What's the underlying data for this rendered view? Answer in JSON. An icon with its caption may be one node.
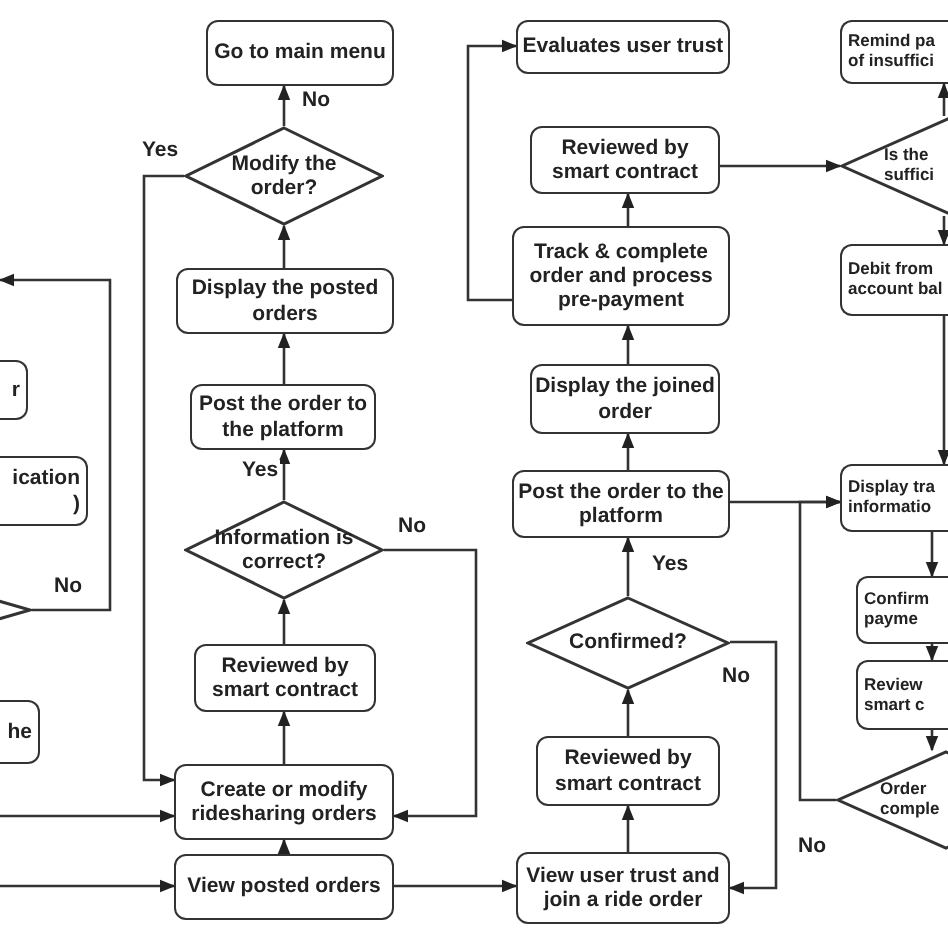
{
  "diagram": {
    "nodes": [
      {
        "text": [
          "Go to main menu"
        ]
      },
      {
        "text": [
          "Modify the order?"
        ]
      },
      {
        "text": [
          "Display the posted orders"
        ]
      },
      {
        "text": [
          "Post the order to the platform"
        ]
      },
      {
        "text": [
          "Information is correct?"
        ]
      },
      {
        "text": [
          "Reviewed by smart contract"
        ]
      },
      {
        "text": [
          "Create or modify ridesharing orders"
        ]
      },
      {
        "text": [
          "View posted orders"
        ]
      },
      {
        "text": [
          "Evaluates user trust"
        ]
      },
      {
        "text": [
          "Reviewed by smart contract"
        ]
      },
      {
        "text": [
          "Track & complete order and process pre-payment"
        ]
      },
      {
        "text": [
          "Display the joined order"
        ]
      },
      {
        "text": [
          "Post the order to the platform"
        ]
      },
      {
        "text": [
          "Confirmed?"
        ]
      },
      {
        "text": [
          "Reviewed by smart contract"
        ]
      },
      {
        "text": [
          "View user trust and join a ride order"
        ]
      },
      {
        "text": [
          "Remind pa of insuffici"
        ]
      },
      {
        "text": [
          "Is the suffici"
        ]
      },
      {
        "text": [
          "Debit from account bal"
        ]
      },
      {
        "text": [
          "Display tra informatio"
        ]
      },
      {
        "text": [
          "Confirm payme"
        ]
      },
      {
        "text": [
          "Review smart c"
        ]
      },
      {
        "text": [
          "Order comple"
        ]
      },
      {
        "text": [
          "r"
        ]
      },
      {
        "text": [
          "ication )"
        ]
      },
      {
        "text": [],
        "shape": "diamond"
      },
      {
        "text": [
          "he"
        ]
      }
    ],
    "edges": [
      {
        "from": 1,
        "to": 0,
        "arrow": "to",
        "label": "No"
      },
      {
        "from": 1,
        "to": 6,
        "arrow": "to",
        "label": "Yes"
      },
      {
        "from": 2,
        "to": 1,
        "arrow": "to"
      },
      {
        "from": 3,
        "to": 2,
        "arrow": "to"
      },
      {
        "from": 4,
        "to": 3,
        "arrow": "to",
        "label": "Yes"
      },
      {
        "from": 4,
        "to": 6,
        "arrow": "to",
        "label": "No"
      },
      {
        "from": 5,
        "to": 4,
        "arrow": "to"
      },
      {
        "from": 6,
        "to": 5,
        "arrow": "to"
      },
      {
        "from": 7,
        "to": 6,
        "arrow": "to"
      },
      {
        "from": 7,
        "to": 15,
        "arrow": "to"
      },
      {
        "from": null,
        "to": 6,
        "arrow": "to"
      },
      {
        "from": null,
        "to": 7,
        "arrow": "to"
      },
      {
        "from": 14,
        "to": 13,
        "arrow": "to"
      },
      {
        "from": 13,
        "to": 12,
        "arrow": "to",
        "label": "Yes"
      },
      {
        "from": 12,
        "to": 11,
        "arrow": "to"
      },
      {
        "from": 11,
        "to": 10,
        "arrow": "to"
      },
      {
        "from": 10,
        "to": 9,
        "arrow": "to"
      },
      {
        "from": 10,
        "to": 8,
        "arrow": "to"
      },
      {
        "from": 15,
        "to": 14,
        "arrow": "to"
      },
      {
        "from": 13,
        "to": 15,
        "arrow": "to",
        "label": "No"
      },
      {
        "from": 9,
        "to": 17,
        "arrow": "to"
      },
      {
        "from": 12,
        "to": 19,
        "arrow": "to"
      },
      {
        "from": 22,
        "to": 19,
        "arrow": "to",
        "label": "No"
      },
      {
        "from": 17,
        "to": 16,
        "arrow": "to"
      },
      {
        "from": 17,
        "to": 18,
        "arrow": "to"
      },
      {
        "from": 18,
        "to": 19,
        "arrow": "to"
      },
      {
        "from": 19,
        "to": 20,
        "arrow": "to"
      },
      {
        "from": 20,
        "to": 21,
        "arrow": "to"
      },
      {
        "from": 21,
        "to": 22,
        "arrow": "to"
      },
      {
        "from": 25,
        "to": null,
        "arrow": "to",
        "label": "No"
      }
    ]
  }
}
